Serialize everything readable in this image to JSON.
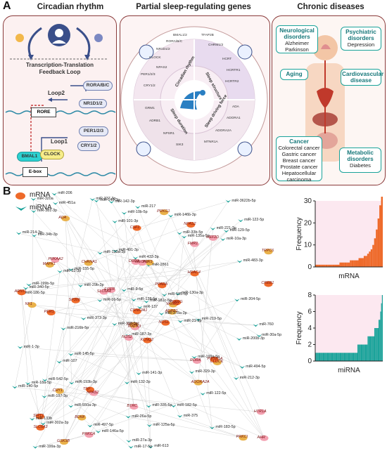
{
  "panelA": {
    "letter": "A",
    "titles": {
      "circadian": "Circadian rhythm",
      "genes": "Partial sleep-regulating genes",
      "diseases": "Chronic diseases"
    },
    "ttfl": "Transcription-Translation Feedback Loop",
    "loop2": "Loop2",
    "loop1": "Loop1",
    "proteins": {
      "rora": "RORA/B/C",
      "nr1d": "NR1D1/2",
      "rore": "RORE",
      "per": "PER1/2/3",
      "cry": "CRY1/2",
      "bmal": "BMAL1",
      "clock": "CLOCK",
      "ebox": "E-box"
    },
    "wheel": {
      "sectors": [
        "Circadian rhythm",
        "Sleep structure",
        "Sleep driving force",
        "Sleep duration"
      ],
      "genes_circadian": [
        "BMAL1/2",
        "RORA/B/C",
        "NR1D1/2",
        "CLOCK",
        "NPAS2",
        "PER1/2/3",
        "CRY1/2"
      ],
      "genes_structure": [
        "TFAP2B",
        "CHRM1/3",
        "HCRT",
        "HCRTR1",
        "HCRTR2"
      ],
      "genes_driving": [
        "ADA",
        "ADORA1",
        "ADORA2A",
        "MTNR1A"
      ],
      "genes_duration": [
        "GRM1",
        "ADRB1",
        "NPSR1",
        "SIK3"
      ]
    },
    "diseases": {
      "neuro": {
        "head": "Neurological disorders",
        "items": [
          "Alzheimer",
          "Parkinson"
        ]
      },
      "psych": {
        "head": "Psychiatric disorders",
        "items": [
          "Depression"
        ]
      },
      "aging": {
        "head": "Aging",
        "items": []
      },
      "cardio": {
        "head": "Cardiovascular disease",
        "items": []
      },
      "cancer": {
        "head": "Cancer",
        "items": [
          "Colorectal cancer",
          "Gastric cancer",
          "Breast cancer",
          "Prostate cancer",
          "Hepatocellular carcinoma"
        ]
      },
      "metabolic": {
        "head": "Metabolic disorders",
        "items": [
          "Diabetes"
        ]
      }
    }
  },
  "panelB": {
    "letter": "B",
    "legend": {
      "mrna": "mRNA",
      "mirna": "miRNA"
    },
    "colors": {
      "mrna": "#ee6a2a",
      "mirna": "#1aa39a",
      "edge": "#c9c9c9"
    },
    "mrna_nodes": [
      "KCNQ2",
      "MAPK1",
      "MAPK3",
      "SIRT1",
      "VAMP2",
      "NPAS2",
      "NPAS2",
      "PER3",
      "FMR1",
      "NOS1",
      "ADA",
      "AHR",
      "PER1",
      "TRPC6",
      "NOS2",
      "HDAC4",
      "GSK3B",
      "DRD2",
      "PPARA",
      "CRY1",
      "EGFR",
      "SLC6A3",
      "BDNF",
      "MECP2",
      "PPARG",
      "CLOCK",
      "PRKAA2",
      "CSF1",
      "NF1",
      "RORA",
      "CREB1",
      "NPSR1",
      "BTRC",
      "CSNK2A1",
      "CHRNA1",
      "MEF2D",
      "TNF",
      "PRKCI",
      "HTR1A",
      "PIP5K1A",
      "PRKG1",
      "SLC6A4",
      "SP300",
      "ADORA2A",
      "PRKCA",
      "ARNTL",
      "ADRB1"
    ],
    "mirna_nodes": [
      "miR-199a-3p",
      "miR-26a-5p",
      "miR-378a-3p",
      "miR-197-3p",
      "miR-483-3p",
      "miR-214-3p",
      "miR-329-3p",
      "miR-375",
      "miR-550a-3p",
      "miR-451a",
      "miR-320a",
      "miR-335-5p",
      "miR-129-5p",
      "miR-217",
      "miR-373-3p",
      "miR-199b-5p",
      "miR-155-5p",
      "miR-221-3p",
      "miR-206",
      "miR-146b-3p",
      "miR-101-3p",
      "miR-138-5p",
      "miR-140-5p",
      "miR-132-3p",
      "miR-146a-5p",
      "miR-199a-5p",
      "miR-29b-3p",
      "miR-133b",
      "miR-381-3p",
      "miR-22-3p",
      "miR-1-3p",
      "miR-9-5p",
      "miR-125a-5p",
      "miR-181c-5p",
      "miR-302a-3p",
      "miR-21-5p",
      "miR-494-5p",
      "miR-27a-3p",
      "miR-204-5p",
      "miR-141-3p",
      "miR-183-5p",
      "miR-613",
      "miR-182-5p",
      "miR-10b-5p",
      "miR-30a-5p",
      "miR-130a-3p",
      "miR-122-5p",
      "miR-137",
      "miR-212-3p",
      "miR-340-5p",
      "miR-17-5p",
      "miR-33b-5p",
      "miR-135a-5p",
      "miR-216b-5p",
      "miR-337-3p",
      "miR-760",
      "miR-186-5p",
      "miR-107",
      "miR-193b-3p",
      "miR-497-5p",
      "miR-195-5p",
      "miR-10a-3p",
      "miR-16-5p",
      "miR-200b-3p",
      "miR-34b-3p",
      "miR-433-3p",
      "miR-150-5p",
      "miR-143-3p",
      "miR-18a-5p",
      "miR-187-3p",
      "miR-122-5p",
      "miR-491-3p",
      "miR-142-3p",
      "miR-542-5p",
      "miR-3622b-5p",
      "miR-2861",
      "miR-133a-3p",
      "miR-219-5p",
      "miR-145-5p"
    ],
    "mrna_chart": {
      "type": "bar",
      "xlabel": "mRNA",
      "ylabel": "Frequency",
      "ylim": [
        0,
        30
      ],
      "yticks": [
        0,
        10,
        20,
        30
      ],
      "values": [
        1,
        1,
        1,
        1,
        1,
        1,
        1,
        1,
        1,
        1,
        1,
        1,
        1,
        1,
        2,
        2,
        2,
        2,
        2,
        2,
        3,
        3,
        3,
        3,
        3,
        4,
        4,
        4,
        5,
        5,
        6,
        7,
        8,
        10,
        13,
        17,
        22,
        28,
        32
      ]
    },
    "mirna_chart": {
      "type": "bar",
      "xlabel": "miRNA",
      "ylabel": "Frequency",
      "ylim": [
        0,
        8
      ],
      "yticks": [
        0,
        2,
        4,
        6,
        8
      ],
      "values": [
        1,
        1,
        1,
        1,
        1,
        1,
        1,
        1,
        1,
        1,
        1,
        1,
        1,
        1,
        1,
        1,
        1,
        1,
        1,
        1,
        1,
        1,
        1,
        1,
        1,
        1,
        1,
        1,
        1,
        1,
        1,
        1,
        1,
        1,
        1,
        1,
        1,
        1,
        1,
        1,
        1,
        1,
        1,
        1,
        1,
        1,
        1,
        1,
        1,
        1,
        2,
        2,
        2,
        2,
        2,
        2,
        2,
        2,
        2,
        2,
        2,
        2,
        3,
        3,
        3,
        3,
        3,
        3,
        3,
        3,
        4,
        4,
        4,
        4,
        4,
        5,
        5,
        6,
        7,
        8
      ]
    }
  }
}
